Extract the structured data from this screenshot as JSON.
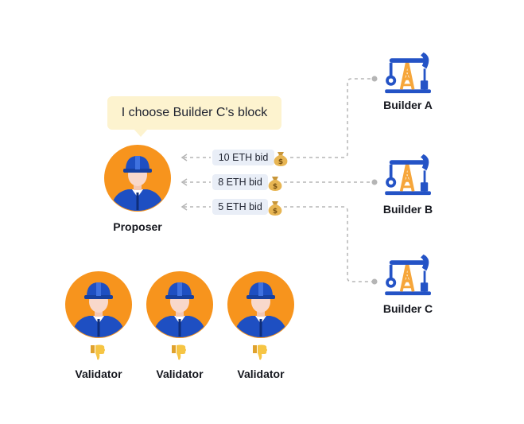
{
  "speech_bubble": {
    "text": "I choose Builder C's block"
  },
  "proposer": {
    "label": "Proposer"
  },
  "bids": [
    {
      "label": "10 ETH bid"
    },
    {
      "label": "8 ETH bid"
    },
    {
      "label": "5 ETH bid"
    }
  ],
  "builders": [
    {
      "label": "Builder A"
    },
    {
      "label": "Builder B"
    },
    {
      "label": "Builder C"
    }
  ],
  "validators": [
    {
      "label": "Validator"
    },
    {
      "label": "Validator"
    },
    {
      "label": "Validator"
    }
  ],
  "colors": {
    "avatar_bg": "#f7941d",
    "uniform": "#1e4fc2",
    "bubble_bg": "#fdf3cf",
    "bid_bg": "#e9eef7",
    "rig_orange": "#f6a63b",
    "rig_blue": "#2453c6",
    "connector": "#b5b5b5"
  },
  "icons": {
    "person": "worker-avatar-icon",
    "rig": "oil-pump-icon",
    "money": "money-bag-icon",
    "reaction": "thumbs-down-icon"
  }
}
